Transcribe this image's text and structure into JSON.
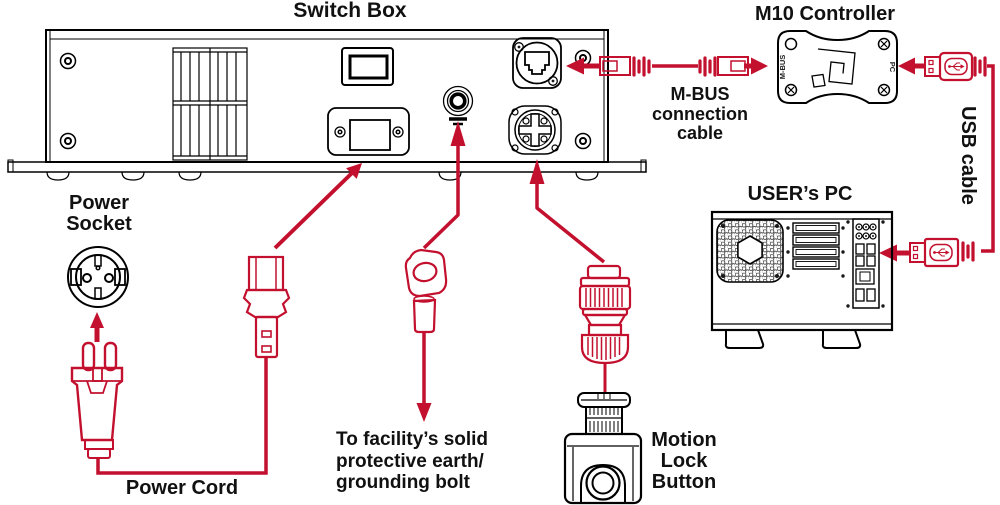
{
  "colors": {
    "accent_red": "#c2102e",
    "line_black": "#1a1a1a",
    "background": "#ffffff"
  },
  "switch_box": {
    "title": "Switch Box"
  },
  "m10_controller": {
    "title": "M10 Controller",
    "port_left": "M-BUS",
    "port_right": "PC"
  },
  "mbus_cable": {
    "lines": [
      "M-BUS",
      "connection",
      "cable"
    ]
  },
  "usb_cable": {
    "label": "USB cable"
  },
  "users_pc": {
    "title": "USER’s PC"
  },
  "power_socket": {
    "lines": [
      "Power",
      "Socket"
    ]
  },
  "power_cord": {
    "label": "Power Cord"
  },
  "grounding": {
    "lines": [
      "To facility’s solid",
      "protective earth/",
      "grounding bolt"
    ]
  },
  "motion_lock": {
    "lines": [
      "Motion",
      "Lock",
      "Button"
    ]
  }
}
